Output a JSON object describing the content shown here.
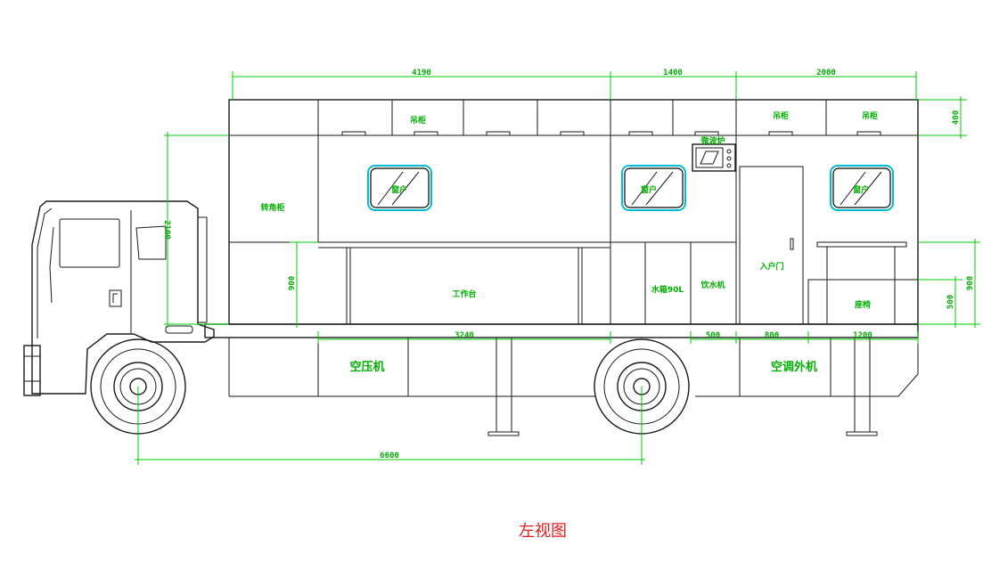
{
  "view_title": "左视图",
  "colors": {
    "outline": "#1a1a1a",
    "dimension": "#00cc00",
    "label": "#00b000",
    "window_frame": "#00bcd4",
    "title": "#e02020"
  },
  "labels": {
    "cabinet_1": "吊柜",
    "cabinet_2": "吊柜",
    "cabinet_3": "吊柜",
    "corner_cabinet": "转角柜",
    "window_1": "窗户",
    "window_2": "窗户",
    "window_3": "窗户",
    "microwave": "微波炉",
    "workbench": "工作台",
    "water_tank": "水箱90L",
    "water_dispenser": "饮水机",
    "entry_door": "入户门",
    "seat": "座椅",
    "air_compressor": "空压机",
    "ac_outdoor_unit": "空调外机"
  },
  "dimensions": {
    "top_1": "4190",
    "top_2": "1400",
    "top_3": "2000",
    "right_cabinet_h": "400",
    "left_height": "2100",
    "workbench_h": "900",
    "right_table_h": "900",
    "seat_h": "500",
    "workbench_w": "3240",
    "dim_500": "500",
    "dim_800": "800",
    "dim_1200": "1200",
    "wheelbase": "6600"
  }
}
